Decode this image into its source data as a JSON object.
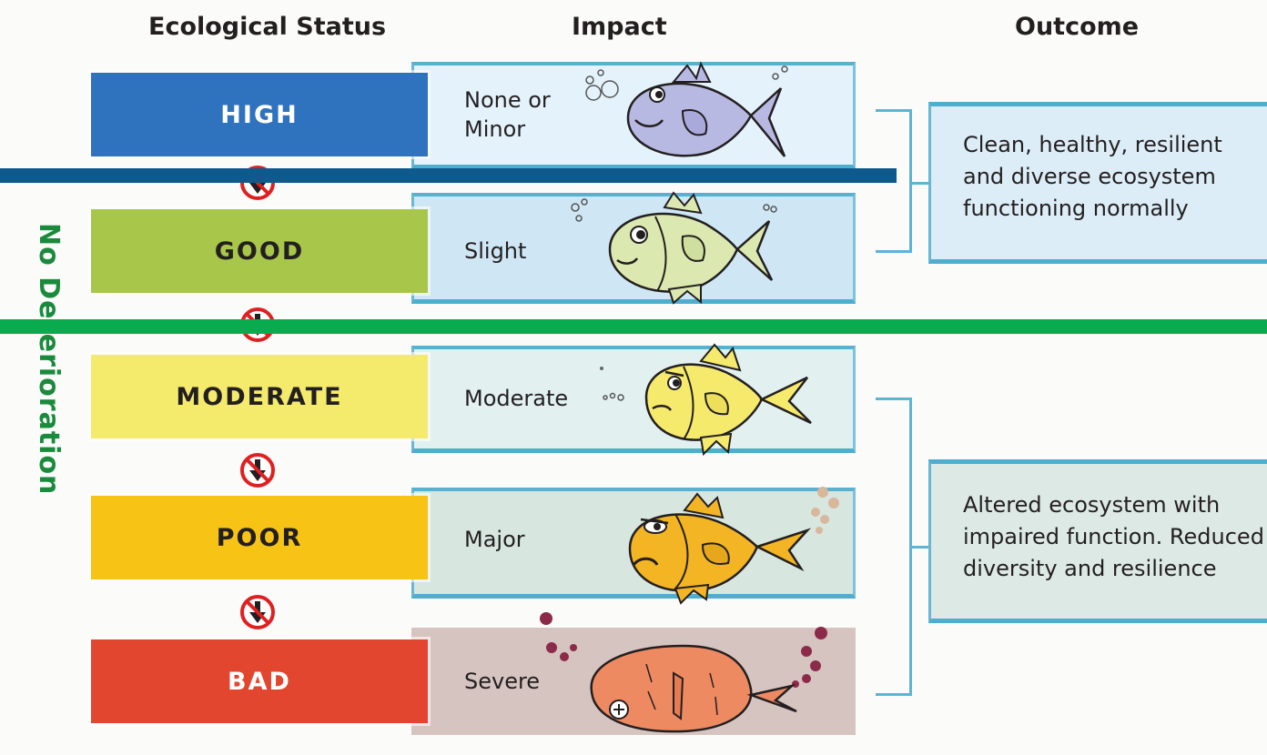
{
  "headers": {
    "status": "Ecological Status",
    "impact": "Impact",
    "outcome": "Outcome"
  },
  "side_label": "No Deterioration",
  "levels": [
    {
      "status": "HIGH",
      "impact": "None or\nMinor",
      "color": "#2f72bd",
      "text_color": "#ffffff",
      "panel_color": "#e4f3fb"
    },
    {
      "status": "GOOD",
      "impact": "Slight",
      "color": "#a8c64a",
      "text_color": "#231f20",
      "panel_color": "#cfe7f5"
    },
    {
      "status": "MODERATE",
      "impact": "Moderate",
      "color": "#f4eb6c",
      "text_color": "#231f20",
      "panel_color": "#e2f0f0"
    },
    {
      "status": "POOR",
      "impact": "Major",
      "color": "#f7c315",
      "text_color": "#231f20",
      "panel_color": "#d8e6e0"
    },
    {
      "status": "BAD",
      "impact": "Severe",
      "color": "#e2462e",
      "text_color": "#ffffff",
      "panel_color": "#d6c4c0"
    }
  ],
  "outcomes": [
    {
      "text": [
        "Clean, healthy, resilient",
        "and diverse ecosystem",
        "functioning normally"
      ],
      "box_color": "#dcedf7"
    },
    {
      "text": [
        "Altered ecosystem with",
        "impaired function. Reduced",
        "diversity and resilience"
      ],
      "box_color": "#dde9e4"
    }
  ],
  "icons": {
    "no_deterioration_arrow": "prohibited-down-arrow-icon"
  },
  "overlay_colors": {
    "blue_line": "#0f5a8c",
    "green_line": "#0aaa4e"
  }
}
